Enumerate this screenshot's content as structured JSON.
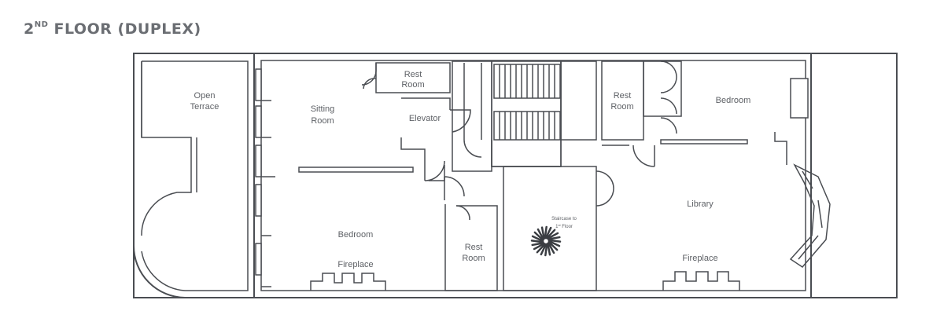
{
  "title": {
    "main": "2",
    "sup": "ND",
    "rest": " FLOOR (DUPLEX)"
  },
  "rooms": {
    "open_terrace": [
      "Open",
      "Terrace"
    ],
    "sitting_room": [
      "Sitting",
      "Room"
    ],
    "rest_room_top": [
      "Rest",
      "Room"
    ],
    "elevator": "Elevator",
    "rest_room_right": [
      "Rest",
      "Room"
    ],
    "bedroom_right": "Bedroom",
    "library": "Library",
    "fireplace_right": "Fireplace",
    "bedroom_left": "Bedroom",
    "fireplace_left": "Fireplace",
    "rest_room_bottom": [
      "Rest",
      "Room"
    ],
    "staircase": {
      "line1": "Staircase to",
      "num": "1",
      "sup": "st",
      "rest": " Floor"
    }
  },
  "colors": {
    "wall": "#4a4d52",
    "label": "#5e6166",
    "title": "#6b6e73"
  }
}
